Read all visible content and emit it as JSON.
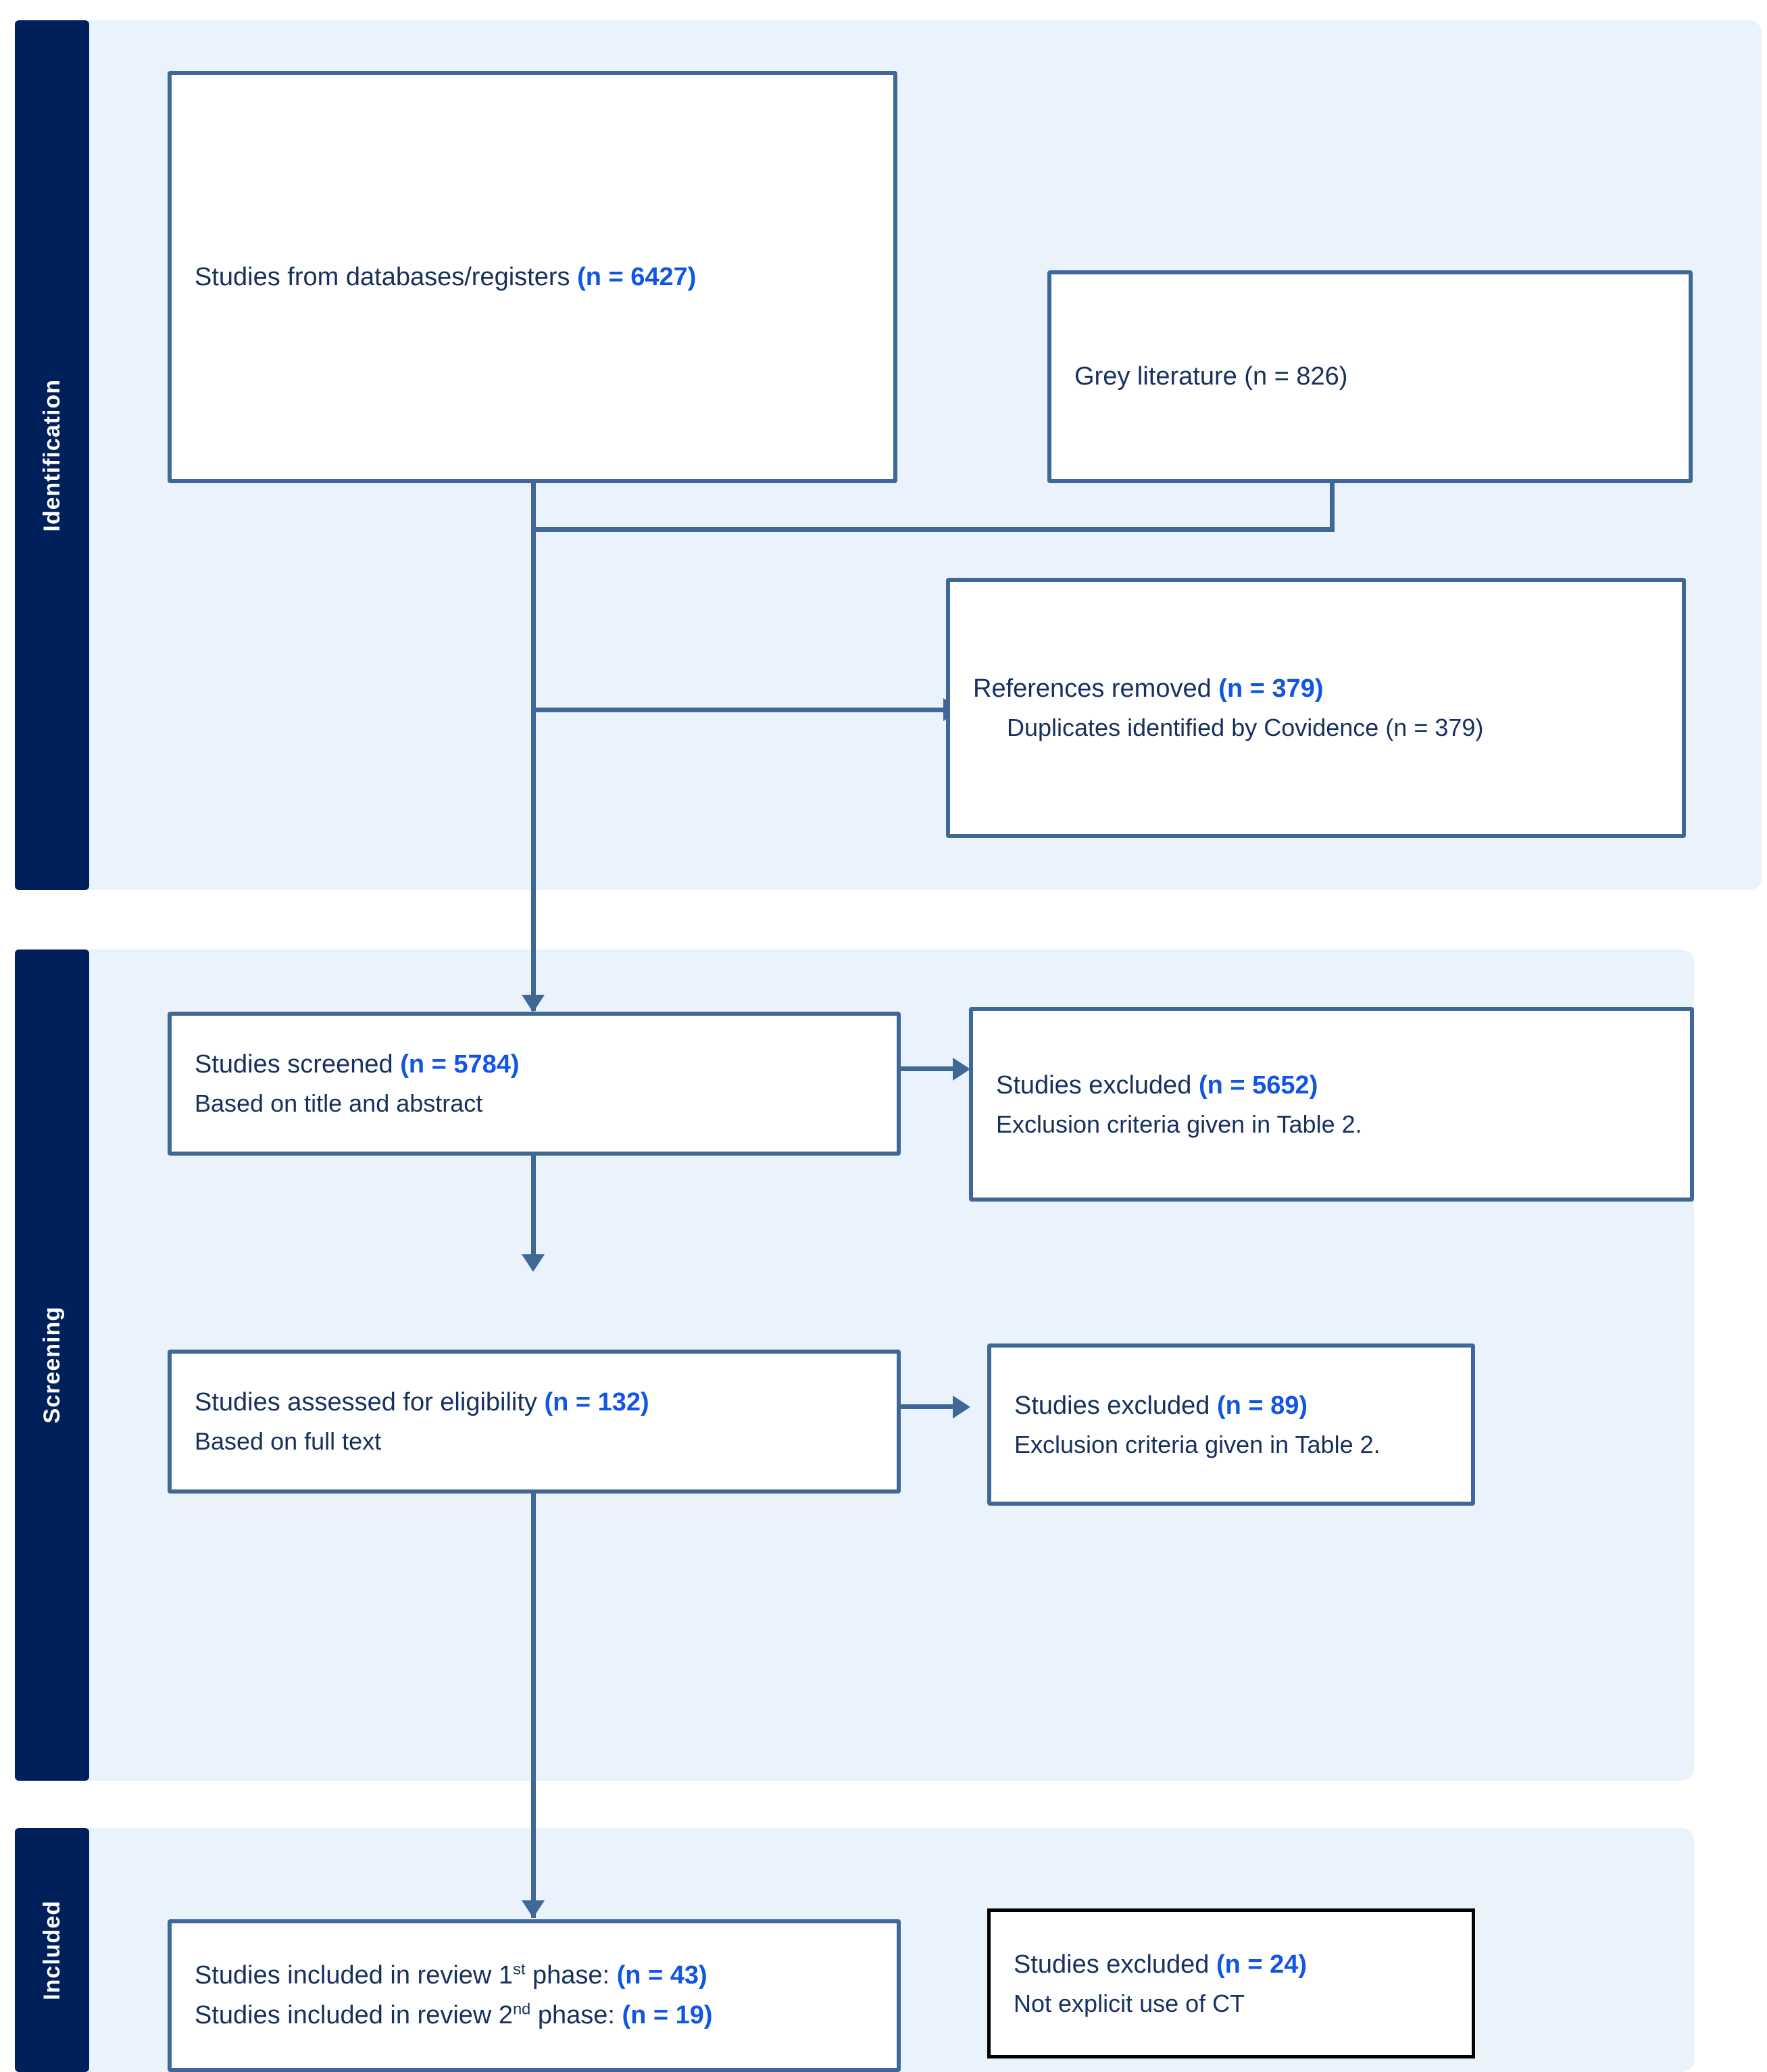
{
  "diagram": {
    "type": "PRISMA flow diagram",
    "stages": [
      {
        "id": "identification",
        "label": "Identification"
      },
      {
        "id": "screening",
        "label": "Screening"
      },
      {
        "id": "included",
        "label": "Included"
      }
    ]
  },
  "boxes": {
    "databases": {
      "line1_text": "Studies from databases/registers ",
      "line1_count": "(n = 6427)"
    },
    "grey_literature": {
      "line1_text": "Grey literature (n = 826)"
    },
    "references_removed": {
      "line1_text": "References removed ",
      "line1_count": "(n = 379)",
      "line2_text": "Duplicates identified by Covidence (n = 379)"
    },
    "studies_screened": {
      "line1_text": "Studies screened ",
      "line1_count": "(n = 5784)",
      "line2_text": "Based on title and abstract"
    },
    "excluded_screening": {
      "line1_text": "Studies excluded ",
      "line1_count": "(n = 5652)",
      "line2_text": "Exclusion criteria given in Table 2."
    },
    "assessed_eligibility": {
      "line1_text": "Studies assessed for eligibility ",
      "line1_count": "(n = 132)",
      "line2_text": "Based on full text"
    },
    "excluded_eligibility": {
      "line1_text": "Studies excluded ",
      "line1_count": "(n = 89)",
      "line2_text": "Exclusion criteria given in Table 2."
    },
    "included_review": {
      "line1_text": "Studies included in review 1",
      "line1_sup": "st",
      "line1_tail": " phase: ",
      "line1_count": "(n = 43)",
      "line2_text": "Studies included in review 2",
      "line2_sup": "nd",
      "line2_tail": " phase: ",
      "line2_count": "(n = 19)"
    },
    "excluded_included": {
      "line1_text": "Studies excluded ",
      "line1_count": "(n = 24)",
      "line2_text": "Not explicit use of CT"
    }
  },
  "colors": {
    "stage_bar": "#00205c",
    "stage_panel": "#eaf2fc",
    "box_border": "#3f6896",
    "box_border_alt": "#000000",
    "text": "#17305e",
    "count_accent": "#1155e3",
    "connector": "#3f6896"
  }
}
